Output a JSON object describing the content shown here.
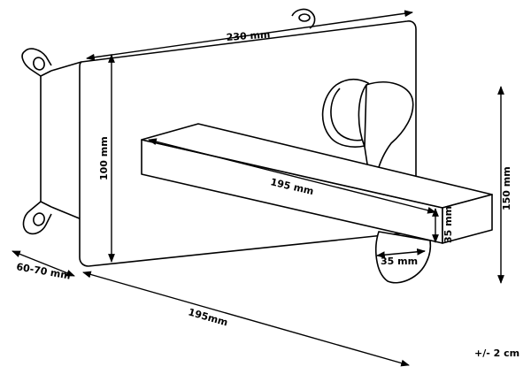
{
  "dimensions": {
    "width_top": "230 mm",
    "height_plate": "100 mm",
    "spout_length": "195 mm",
    "spout_height": "35 mm",
    "spout_width": "35 mm",
    "total_height": "150 mm",
    "depth": "60-70 mm",
    "bottom_length": "195mm"
  },
  "tolerance": "+/- 2 cm"
}
